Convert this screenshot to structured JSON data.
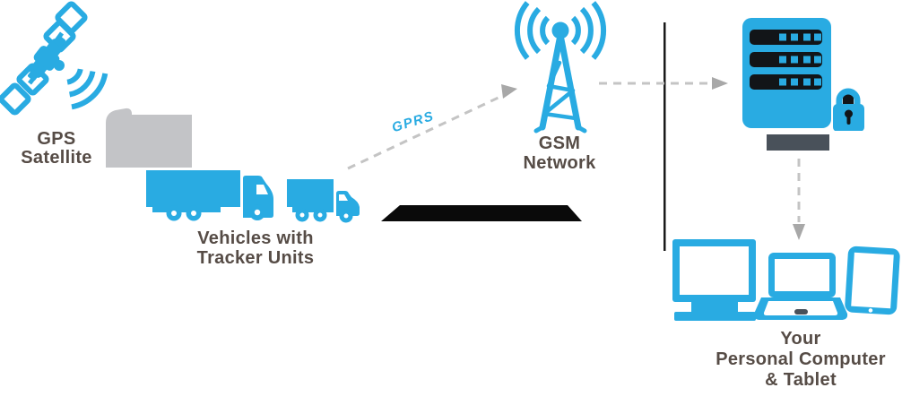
{
  "diagram": {
    "type": "flow-diagram",
    "topic": "GPS vehicle tracking system",
    "colors": {
      "background": "#FFFFFF",
      "accent_blue": "#29ABE2",
      "label_text": "#564C46",
      "dash_gray": "#C4C4C4",
      "arrowhead_gray": "#A8A8A8",
      "gray_truck": "#C3C4C7",
      "road_black": "#0A0A0A",
      "divider_dark": "#1A1A1A",
      "slate_gray": "#49515A",
      "icon_detail_dark": "#121518"
    },
    "nodes": [
      {
        "id": "gps-satellite",
        "label": "GPS\nSatellite",
        "icon": "satellite-icon"
      },
      {
        "id": "vehicles",
        "label": "Vehicles with\nTracker Units",
        "icon": "trucks-icon"
      },
      {
        "id": "gsm-network",
        "label": "GSM\nNetwork",
        "icon": "cell-tower-icon"
      },
      {
        "id": "secure-server",
        "label": "",
        "icon": "server-lock-icon"
      },
      {
        "id": "devices",
        "label": "Your\nPersonal Computer\n& Tablet",
        "icon": "devices-icon"
      }
    ],
    "edges": [
      {
        "from": "vehicles",
        "to": "gsm-network",
        "label": "GPRS",
        "style": "dashed"
      },
      {
        "from": "gsm-network",
        "to": "secure-server",
        "label": "",
        "style": "dashed"
      },
      {
        "from": "secure-server",
        "to": "devices",
        "label": "",
        "style": "dashed"
      }
    ],
    "icons": [
      "satellite-icon",
      "signal-waves-icon",
      "box-truck-icon",
      "semi-truck-icon",
      "lorry-truck-icon",
      "road-icon",
      "cell-tower-icon",
      "server-icon",
      "padlock-icon",
      "desk-shelf-icon",
      "monitor-icon",
      "laptop-icon",
      "tablet-icon",
      "dashed-arrow-icon",
      "divider-line"
    ]
  }
}
